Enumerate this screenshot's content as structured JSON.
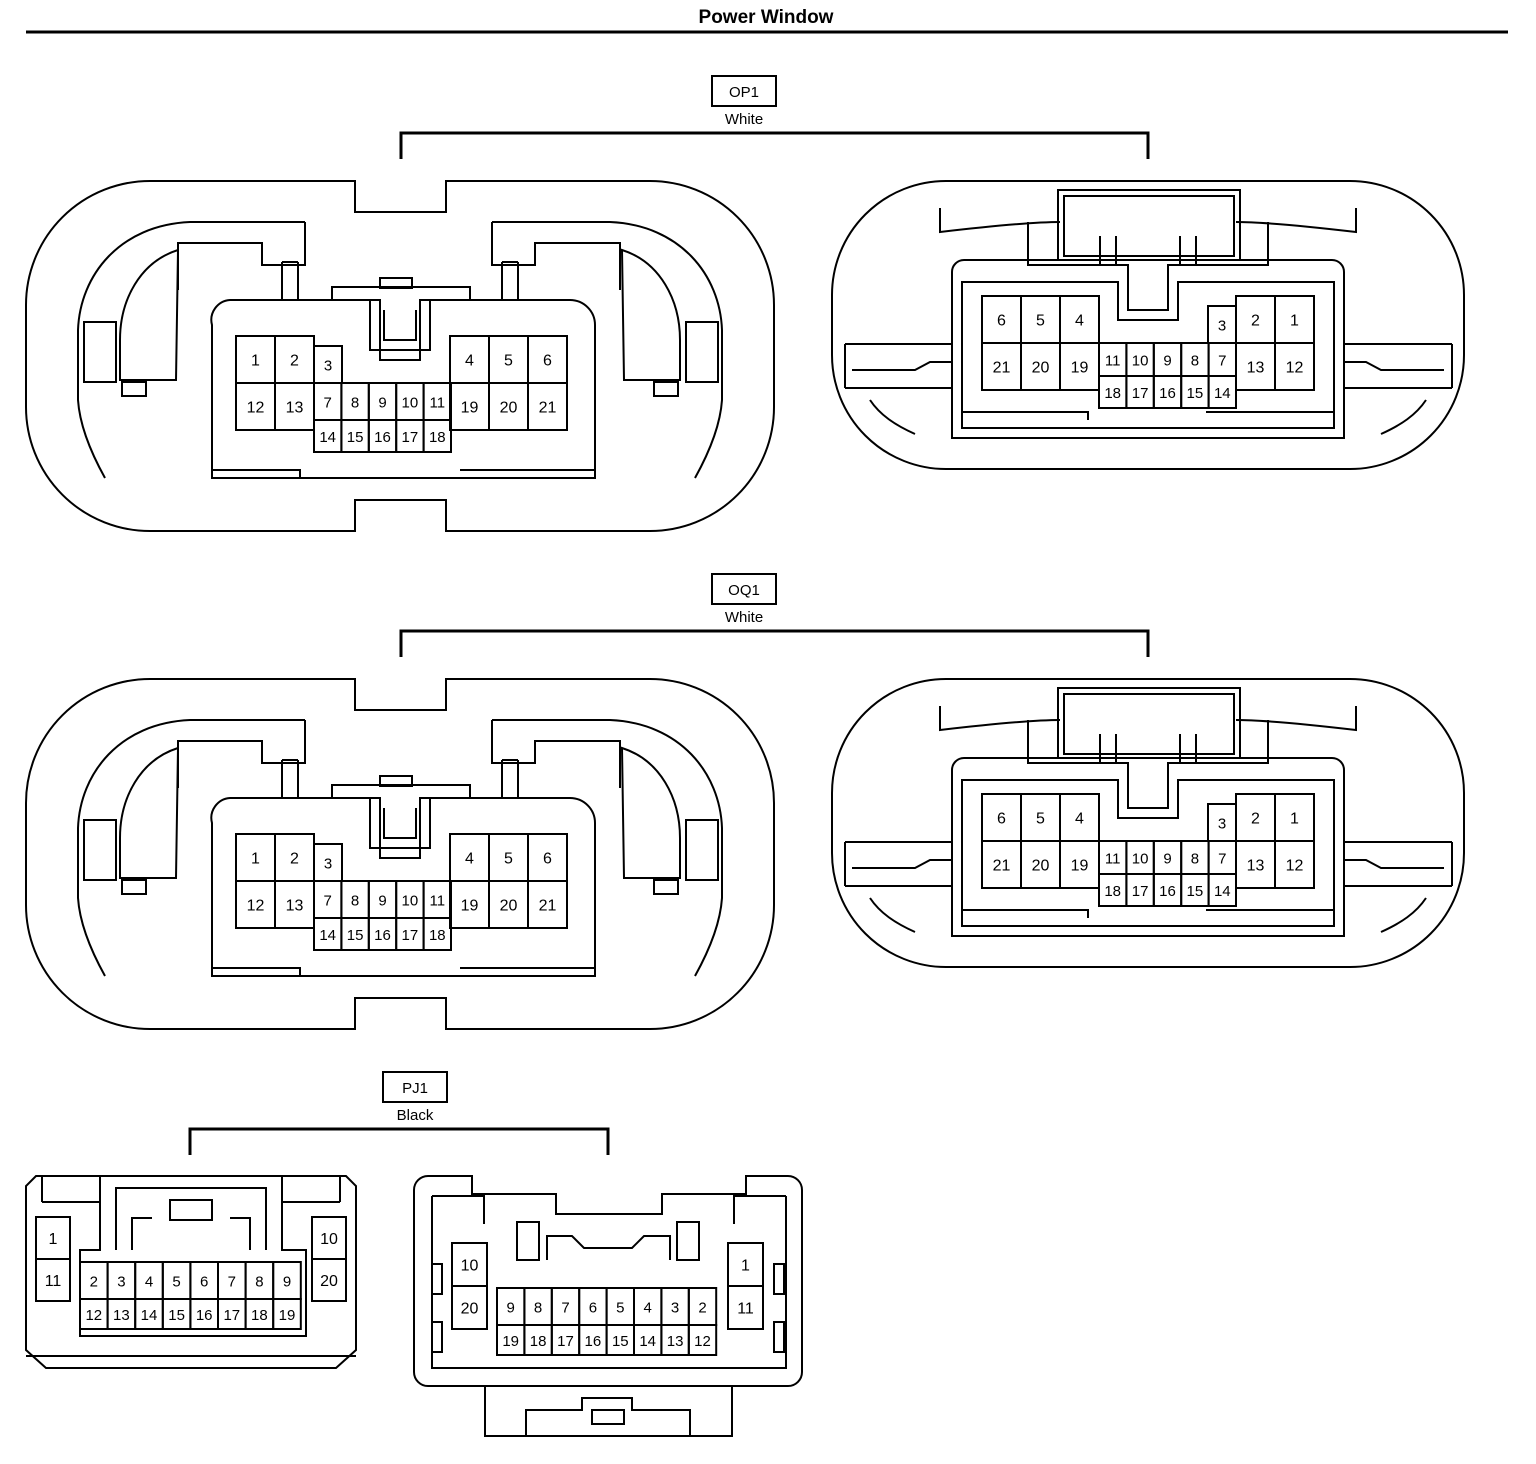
{
  "title": "Power Window",
  "connectors": [
    {
      "code": "OP1",
      "color": "White"
    },
    {
      "code": "OQ1",
      "color": "White"
    },
    {
      "code": "PJ1",
      "color": "Black"
    }
  ],
  "pin_layouts": {
    "oval_left": {
      "left": [
        [
          "1",
          "2"
        ],
        [
          "12",
          "13"
        ]
      ],
      "center_top": [
        "3"
      ],
      "center_mid": [
        "7",
        "8",
        "9",
        "10",
        "11"
      ],
      "center_bot": [
        "14",
        "15",
        "16",
        "17",
        "18"
      ],
      "right": [
        [
          "4",
          "5",
          "6"
        ],
        [
          "19",
          "20",
          "21"
        ]
      ]
    },
    "oval_right": {
      "left": [
        [
          "6",
          "5",
          "4"
        ],
        [
          "21",
          "20",
          "19"
        ]
      ],
      "center_top": [
        "3"
      ],
      "center_mid": [
        "11",
        "10",
        "9",
        "8",
        "7"
      ],
      "center_bot": [
        "18",
        "17",
        "16",
        "15",
        "14"
      ],
      "right": [
        [
          "2",
          "1"
        ],
        [
          "13",
          "12"
        ]
      ]
    },
    "pj1_left": {
      "side_a": [
        "1",
        "11"
      ],
      "row_top": [
        "2",
        "3",
        "4",
        "5",
        "6",
        "7",
        "8",
        "9"
      ],
      "row_bot": [
        "12",
        "13",
        "14",
        "15",
        "16",
        "17",
        "18",
        "19"
      ],
      "side_b": [
        "10",
        "20"
      ]
    },
    "pj1_right": {
      "side_a": [
        "10",
        "20"
      ],
      "row_top": [
        "9",
        "8",
        "7",
        "6",
        "5",
        "4",
        "3",
        "2"
      ],
      "row_bot": [
        "19",
        "18",
        "17",
        "16",
        "15",
        "14",
        "13",
        "12"
      ],
      "side_b": [
        "1",
        "11"
      ]
    }
  }
}
